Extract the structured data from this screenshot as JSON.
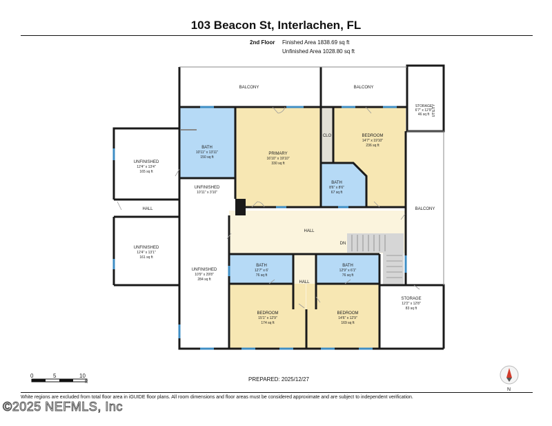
{
  "header": {
    "title": "103 Beacon St, Interlachen, FL",
    "floor": "2nd Floor",
    "finished": "Finished Area 1838.69 sq ft",
    "unfinished": "Unfinished Area 1028.80 sq ft"
  },
  "rooms": {
    "balcony_left": {
      "name": "BALCONY"
    },
    "balcony_mid": {
      "name": "BALCONY"
    },
    "storage_top": {
      "name": "STORAGE",
      "dims": "6'7\" x 12'9\"",
      "area": "46 sq ft"
    },
    "utility": {
      "name": "UTILITY"
    },
    "bath_top": {
      "name": "BATH",
      "dims": "10'11\" x 13'11\"",
      "area": "150 sq ft"
    },
    "primary": {
      "name": "PRIMARY",
      "dims": "16'10\" x 19'10\"",
      "area": "330 sq ft"
    },
    "clo": {
      "name": "CLO"
    },
    "bedroom_top": {
      "name": "BEDROOM",
      "dims": "14'7\" x 19'10\"",
      "area": "236 sq ft"
    },
    "unfinished_left_top": {
      "name": "UNFINISHED",
      "dims": "12'4\" x 13'4\"",
      "area": "165 sq ft"
    },
    "unfinished_small": {
      "name": "UNFINISHED",
      "dims": "10'11\" x 3'10\""
    },
    "bath_mid": {
      "name": "BATH",
      "dims": "8'6\" x 8'6\"",
      "area": "67 sq ft"
    },
    "hall_left": {
      "name": "HALL"
    },
    "balcony_right": {
      "name": "BALCONY"
    },
    "hall_main": {
      "name": "HALL"
    },
    "dn": {
      "name": "DN"
    },
    "unfinished_left_bottom": {
      "name": "UNFINISHED",
      "dims": "12'4\" x 13'1\"",
      "area": "161 sq ft"
    },
    "unfinished_center": {
      "name": "UNFINISHED",
      "dims": "10'9\" x 29'8\"",
      "area": "284 sq ft"
    },
    "bath_low_left": {
      "name": "BATH",
      "dims": "12'7\" x 6'",
      "area": "76 sq ft"
    },
    "bath_low_right": {
      "name": "BATH",
      "dims": "12'9\" x 6'1\"",
      "area": "76 sq ft"
    },
    "hall_small": {
      "name": "HALL"
    },
    "storage_bottom": {
      "name": "STORAGE",
      "dims": "12'2\" x 12'8\"",
      "area": "83 sq ft"
    },
    "bedroom_left": {
      "name": "BEDROOM",
      "dims": "15'1\" x 12'9\"",
      "area": "174 sq ft"
    },
    "bedroom_right": {
      "name": "BEDROOM",
      "dims": "14'6\" x 12'9\"",
      "area": "169 sq ft"
    }
  },
  "scale": {
    "t0": "0",
    "t5": "5",
    "t10": "10",
    "unit": "ft"
  },
  "prepared": "PREPARED: 2025/12/27",
  "compass": {
    "north": "N"
  },
  "footnote": "White regions are excluded from total floor area in iGUIDE floor plans. All room dimensions and floor areas must be considered approximate and are subject to independent verification.",
  "watermark": "©2025 NEFMLS, Inc",
  "colors": {
    "bath": "#b6daf6",
    "bedroom": "#f7e7b3",
    "hall": "#fbf4dd",
    "clo": "#e2dfd6",
    "stair": "#d6d6d6",
    "wall": "#1a1a1a",
    "window": "#3f8ec4"
  }
}
